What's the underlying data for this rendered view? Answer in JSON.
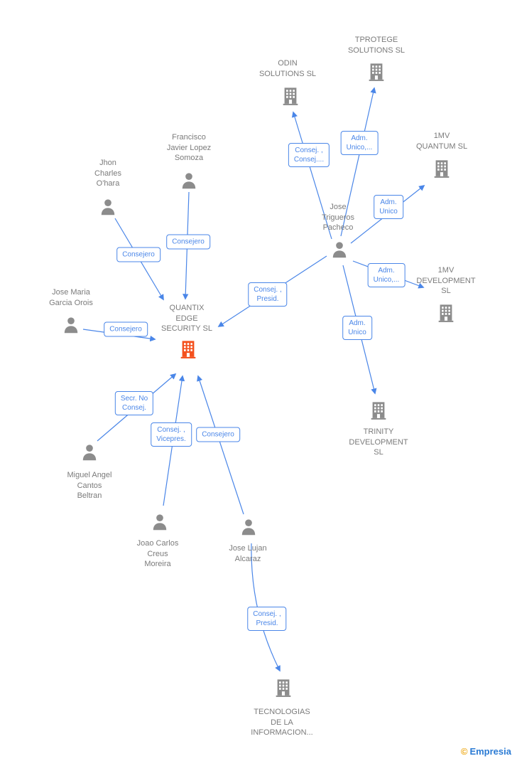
{
  "diagram": {
    "nodes": {
      "tprotege_solutions_sl": {
        "label": "TPROTEGE\nSOLUTIONS SL",
        "type": "company"
      },
      "odin_solutions_sl": {
        "label": "ODIN\nSOLUTIONS SL",
        "type": "company"
      },
      "1mv_quantum_sl": {
        "label": "1MV\nQUANTUM SL",
        "type": "company"
      },
      "1mv_development_sl": {
        "label": "1MV\nDEVELOPMENT\nSL",
        "type": "company"
      },
      "trinity_development_sl": {
        "label": "TRINITY\nDEVELOPMENT\nSL",
        "type": "company"
      },
      "quantix_edge_security_sl": {
        "label": "QUANTIX\nEDGE\nSECURITY SL",
        "type": "company",
        "highlighted": true
      },
      "tecnologias_de_la_informacion": {
        "label": "TECNOLOGIAS\nDE LA\nINFORMACION...",
        "type": "company"
      },
      "jose_trigueros_pacheco": {
        "label": "Jose\nTrigueros\nPacheco",
        "type": "person"
      },
      "jhon_charles_ohara": {
        "label": "Jhon\nCharles\nO'hara",
        "type": "person"
      },
      "francisco_javier_lopez_somoza": {
        "label": "Francisco\nJavier Lopez\nSomoza",
        "type": "person"
      },
      "jose_maria_garcia_orois": {
        "label": "Jose Maria\nGarcia Orois",
        "type": "person"
      },
      "miguel_angel_cantos_beltran": {
        "label": "Miguel Angel\nCantos\nBeltran",
        "type": "person"
      },
      "joao_carlos_creus_moreira": {
        "label": "Joao Carlos\nCreus\nMoreira",
        "type": "person"
      },
      "jose_lujan_alcaraz": {
        "label": "Jose Lujan\nAlcaraz",
        "type": "person"
      }
    },
    "edges": [
      {
        "from": "Jhon Charles O'hara",
        "to": "QUANTIX EDGE SECURITY SL",
        "label": "Consejero"
      },
      {
        "from": "Francisco Javier Lopez Somoza",
        "to": "QUANTIX EDGE SECURITY SL",
        "label": "Consejero"
      },
      {
        "from": "Jose Maria Garcia Orois",
        "to": "QUANTIX EDGE SECURITY SL",
        "label": "Consejero"
      },
      {
        "from": "Jose Trigueros Pacheco",
        "to": "QUANTIX EDGE SECURITY SL",
        "label": "Consej. ,\nPresid."
      },
      {
        "from": "Jose Trigueros Pacheco",
        "to": "ODIN SOLUTIONS SL",
        "label": "Consej. ,\nConsej...."
      },
      {
        "from": "Jose Trigueros Pacheco",
        "to": "TPROTEGE SOLUTIONS SL",
        "label": "Adm.\nUnico,..."
      },
      {
        "from": "Jose Trigueros Pacheco",
        "to": "1MV QUANTUM SL",
        "label": "Adm.\nUnico"
      },
      {
        "from": "Jose Trigueros Pacheco",
        "to": "1MV DEVELOPMENT SL",
        "label": "Adm.\nUnico,..."
      },
      {
        "from": "Jose Trigueros Pacheco",
        "to": "TRINITY DEVELOPMENT SL",
        "label": "Adm.\nUnico"
      },
      {
        "from": "Miguel Angel Cantos Beltran",
        "to": "QUANTIX EDGE SECURITY SL",
        "label": "Secr. No\nConsej."
      },
      {
        "from": "Joao Carlos Creus Moreira",
        "to": "QUANTIX EDGE SECURITY SL",
        "label": "Consej. ,\nVicepres."
      },
      {
        "from": "Jose Lujan Alcaraz",
        "to": "QUANTIX EDGE SECURITY SL",
        "label": "Consejero"
      },
      {
        "from": "Jose Lujan Alcaraz",
        "to": "TECNOLOGIAS DE LA INFORMACION...",
        "label": "Consej. ,\nPresid."
      }
    ],
    "colors": {
      "accent_blue": "#4a86e8",
      "node_gray": "#8c8c8c",
      "highlight_orange": "#f4511e",
      "label_gray": "#7b7b7b"
    }
  },
  "watermark": {
    "copyright": "©",
    "brand": "Empresia"
  }
}
